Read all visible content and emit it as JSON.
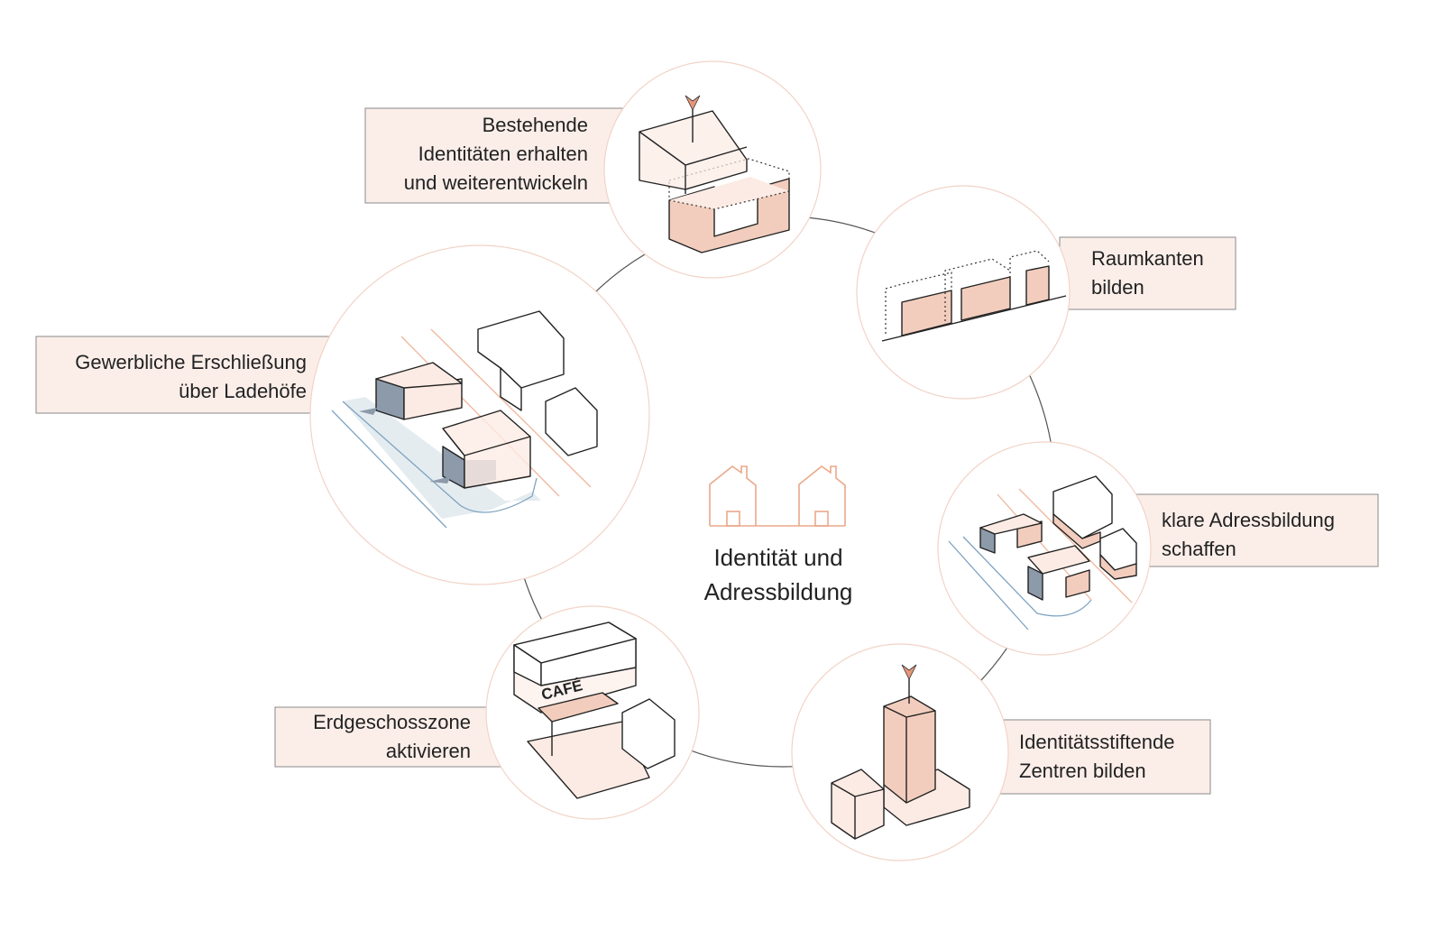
{
  "center": {
    "title_line1": "Identität und",
    "title_line2": "Adressbildung",
    "icon": "houses-icon"
  },
  "principles": [
    {
      "lines": [
        "Bestehende",
        "Identitäten erhalten",
        "und weiterentwickeln"
      ],
      "icon": "preserve-building-icon"
    },
    {
      "lines": [
        "Raumkanten",
        "bilden"
      ],
      "icon": "street-edge-icon"
    },
    {
      "lines": [
        "klare Adressbildung",
        "schaffen"
      ],
      "icon": "address-icon"
    },
    {
      "lines": [
        "Identitätsstiftende",
        "Zentren bilden"
      ],
      "icon": "tower-landmark-icon"
    },
    {
      "lines": [
        "Erdgeschosszone",
        "aktivieren"
      ],
      "icon": "cafe-ground-floor-icon",
      "sign": "CAFÉ"
    },
    {
      "lines": [
        "Gewerbliche Erschließung",
        "über Ladehöfe"
      ],
      "icon": "loading-yard-icon"
    }
  ],
  "colors": {
    "accent": "#f2cdbd",
    "label_bg": "#fbeee9",
    "loading": "#8c9aaa",
    "road": "#7fa3c0"
  }
}
